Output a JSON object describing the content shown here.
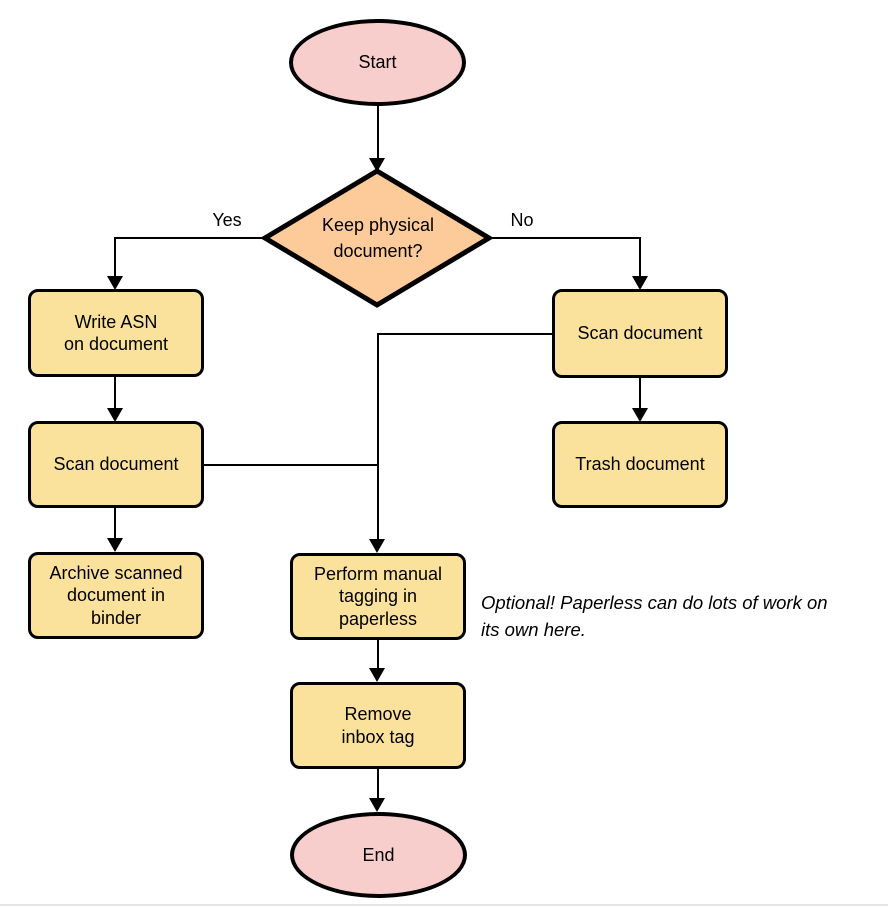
{
  "diagram": {
    "type": "flowchart",
    "nodes": {
      "start": {
        "label": "Start",
        "shape": "terminator"
      },
      "keep_physical": {
        "label": "Keep physical\ndocument?",
        "shape": "decision"
      },
      "write_asn": {
        "label": "Write ASN\non document",
        "shape": "process"
      },
      "scan_left": {
        "label": "Scan document",
        "shape": "process"
      },
      "archive": {
        "label": "Archive scanned\ndocument in\nbinder",
        "shape": "process"
      },
      "scan_right": {
        "label": "Scan document",
        "shape": "process"
      },
      "trash": {
        "label": "Trash document",
        "shape": "process"
      },
      "tagging": {
        "label": "Perform manual\ntagging in\npaperless",
        "shape": "process"
      },
      "remove_inbox": {
        "label": "Remove\ninbox tag",
        "shape": "process"
      },
      "end": {
        "label": "End",
        "shape": "terminator"
      }
    },
    "edge_labels": {
      "yes": "Yes",
      "no": "No"
    },
    "annotation": "Optional! Paperless can do lots of work on\nits own here.",
    "colors": {
      "terminator_fill": "#f8cecc",
      "decision_fill": "#fccb99",
      "process_fill": "#fbe29c",
      "stroke": "#000000",
      "background": "#ffffff"
    }
  }
}
